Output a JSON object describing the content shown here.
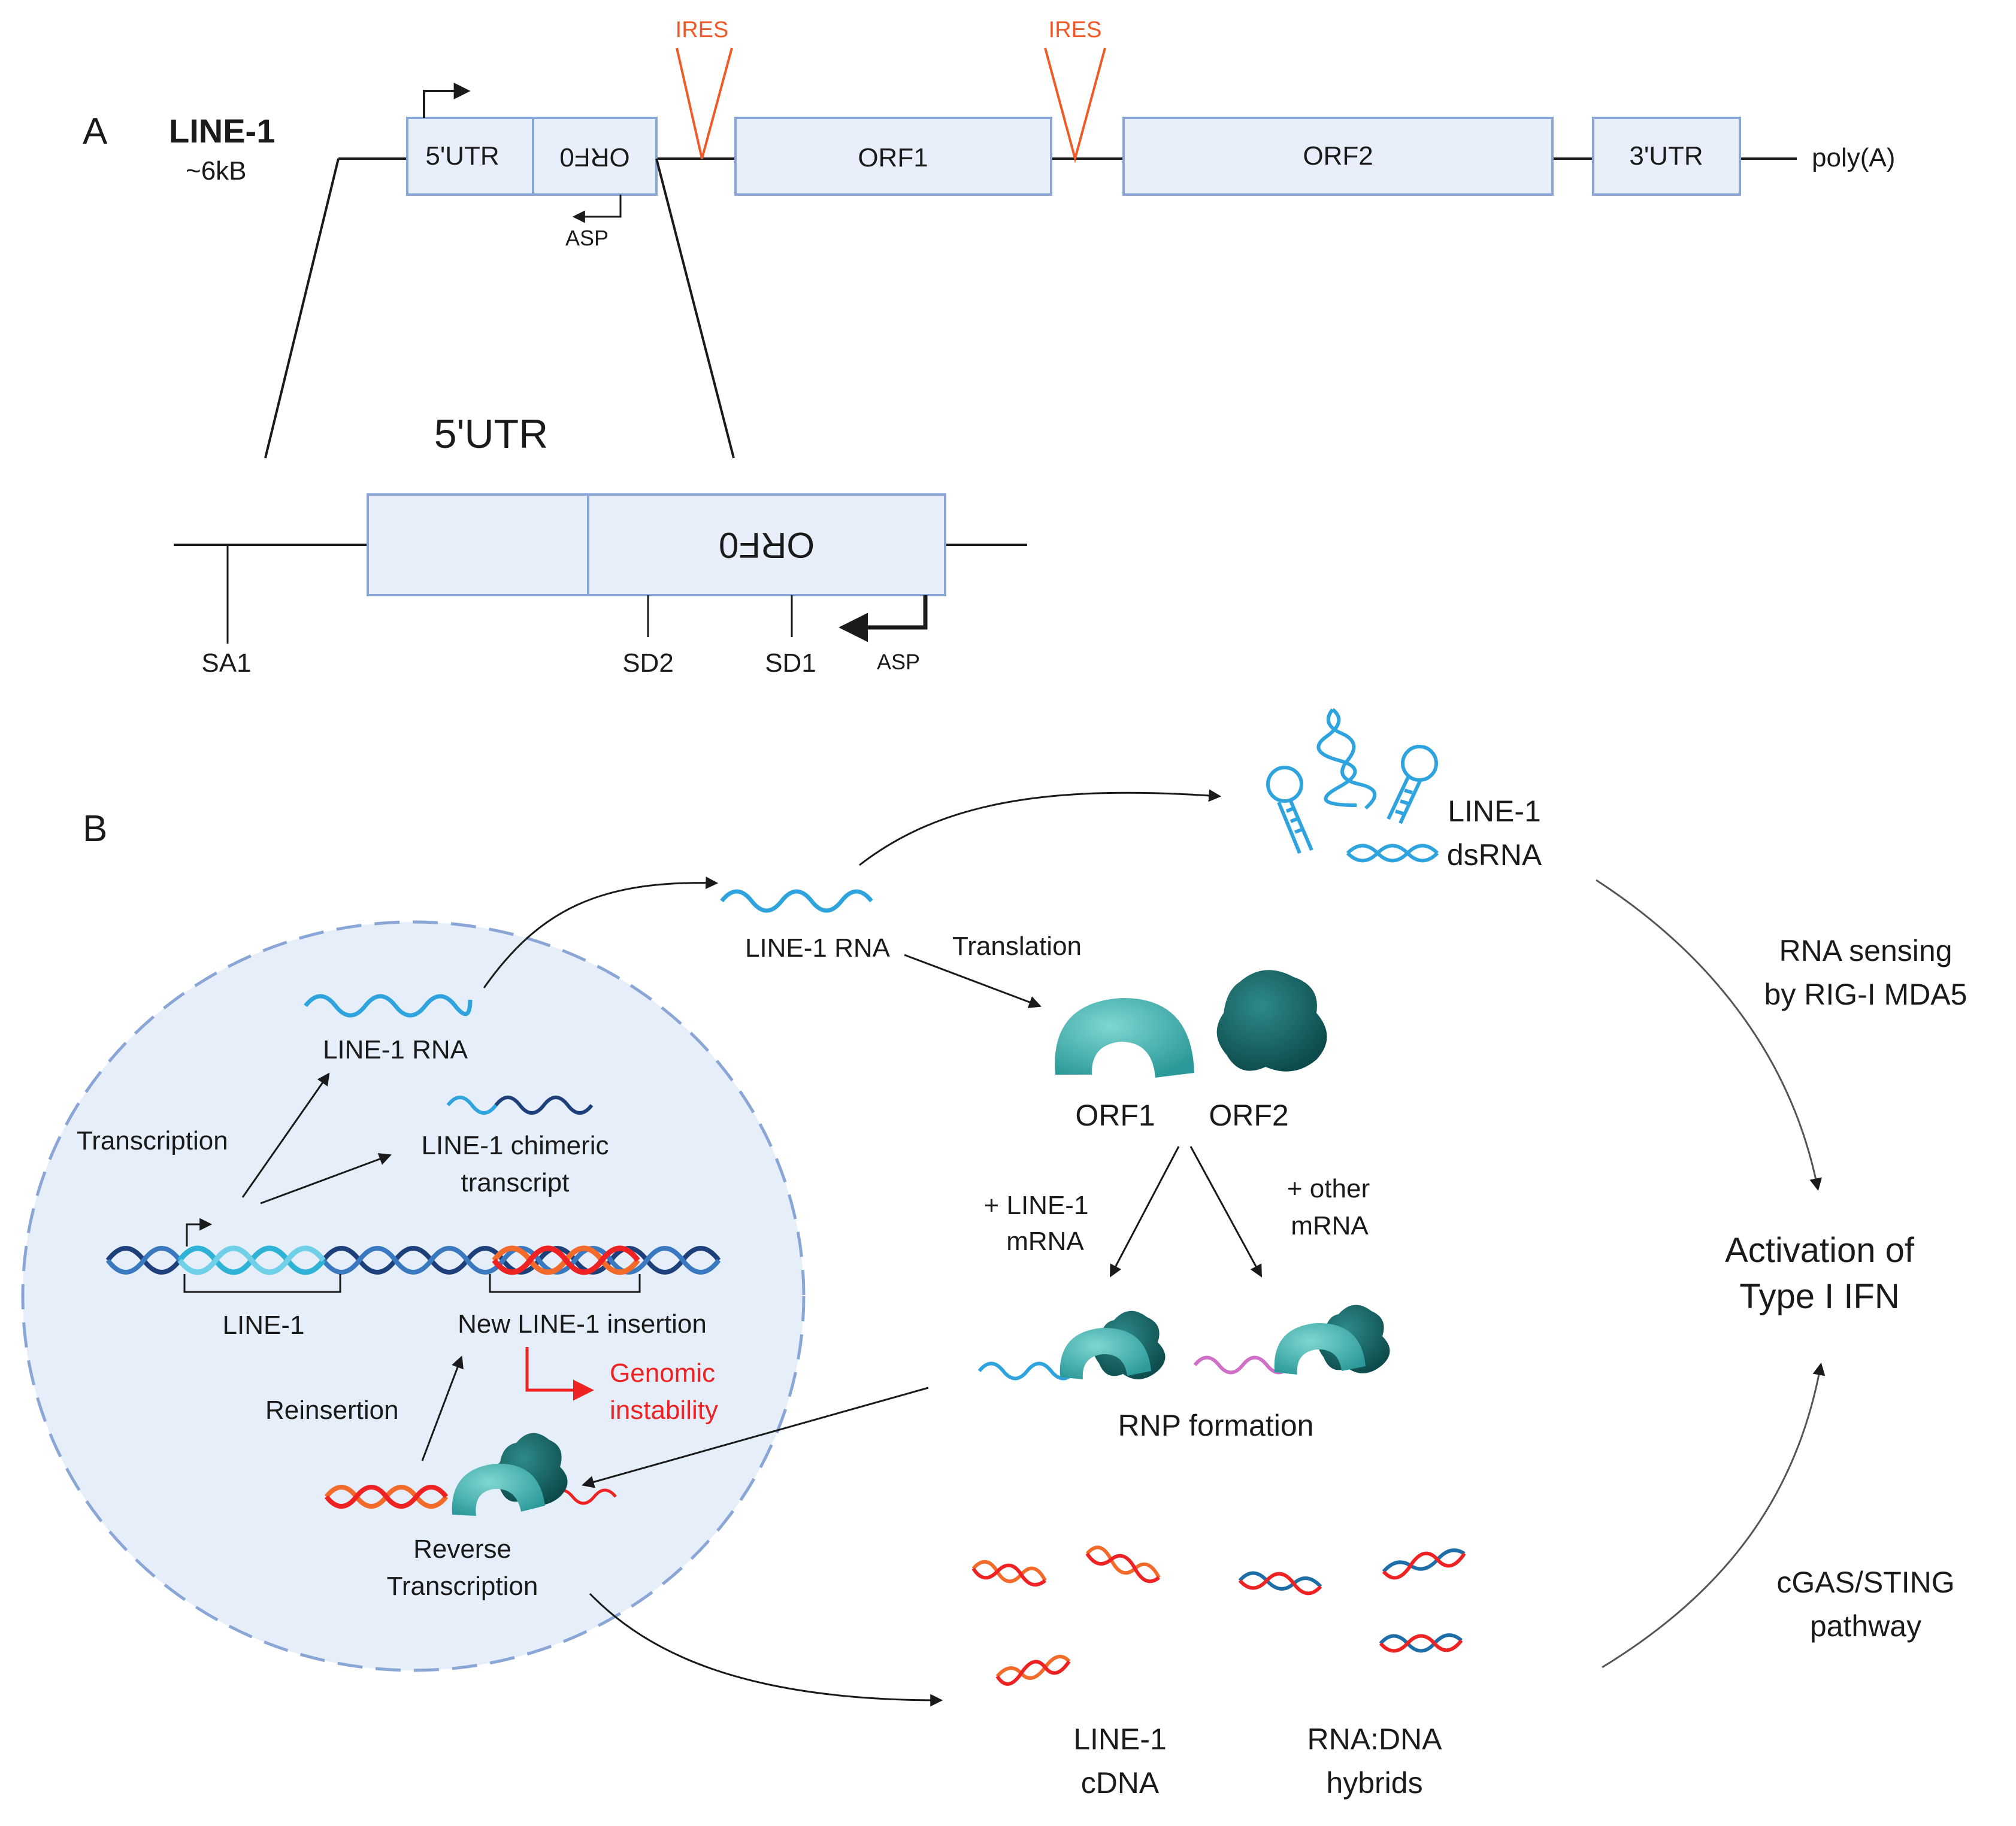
{
  "panel_a": {
    "panel_label": "A",
    "title": "LINE-1",
    "size": "~6kB",
    "utr5_label": "5'UTR",
    "orf0_label": "ORF0",
    "asp_label": "ASP",
    "ires1_label": "IRES",
    "ires2_label": "IRES",
    "orf1_label": "ORF1",
    "orf2_label": "ORF2",
    "utr3_label": "3'UTR",
    "polya_label": "poly(A)",
    "zoom_title": "5'UTR",
    "zoom_orf0_label": "ORF0",
    "sa1_label": "SA1",
    "sd2_label": "SD2",
    "sd1_label": "SD1",
    "zoom_asp_label": "ASP"
  },
  "panel_b": {
    "panel_label": "B",
    "nucleus": {
      "line1_rna_label": "LINE-1 RNA",
      "transcription_label": "Transcription",
      "chimeric_label_1": "LINE-1 chimeric",
      "chimeric_label_2": "transcript",
      "line1_label": "LINE-1",
      "new_insertion_label": "New LINE-1 insertion",
      "genomic_instability_1": "Genomic",
      "genomic_instability_2": "instability",
      "reinsertion_label": "Reinsertion",
      "reverse_transcription_1": "Reverse",
      "reverse_transcription_2": "Transcription"
    },
    "cyto": {
      "line1_rna_label": "LINE-1 RNA",
      "translation_label": "Translation",
      "orf1_label": "ORF1",
      "orf2_label": "ORF2",
      "plus_line1_1": "+ LINE-1",
      "plus_line1_2": "mRNA",
      "plus_other_1": "+ other",
      "plus_other_2": "mRNA",
      "rnp_label": "RNP formation",
      "dsrna_1": "LINE-1",
      "dsrna_2": "dsRNA",
      "cdna_1": "LINE-1",
      "cdna_2": "cDNA",
      "hybrid_1": "RNA:DNA",
      "hybrid_2": "hybrids"
    },
    "response": {
      "rna_sensing_1": "RNA sensing",
      "rna_sensing_2": "by RIG-I MDA5",
      "activation_1": "Activation of",
      "activation_2": "Type I IFN",
      "cgas_1": "cGAS/STING",
      "cgas_2": "pathway"
    }
  },
  "colors": {
    "box_fill": "#e8effa",
    "box_stroke": "#8aa6d6",
    "ires": "#f05a28",
    "nucleus_fill": "#e6eef9",
    "nucleus_stroke": "#8aa6d6",
    "rna_blue": "#2ea3dd",
    "protein_teal": "#3aa8a8",
    "protein_dark": "#11595a",
    "dna_navy": "#1d3f7a",
    "dna_orange": "#f26b2a",
    "genomic_red": "#ee2222",
    "rna_pink": "#d070c8"
  }
}
